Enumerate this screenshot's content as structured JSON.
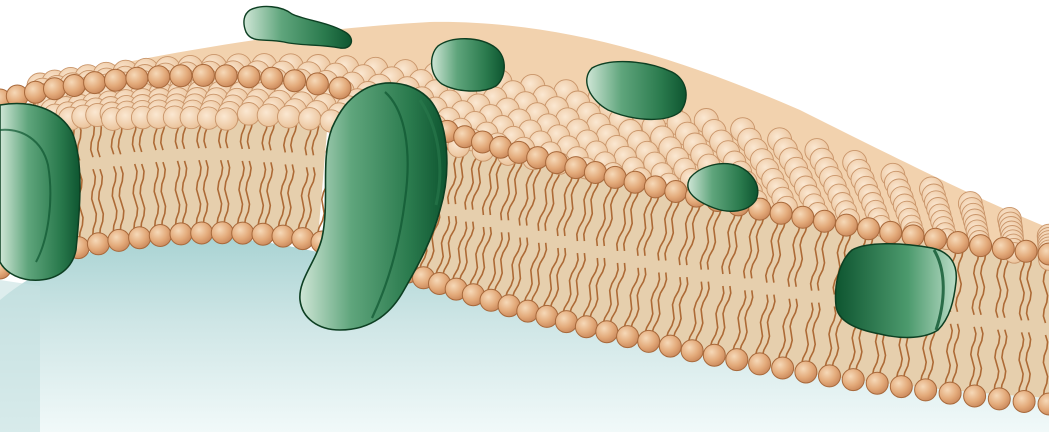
{
  "colors": {
    "background": "#ffffff",
    "cytoplasm_light": "#eef7f8",
    "cytoplasm_dark": "#a7d1d1",
    "head_fill": "#dea271",
    "head_fill_top": "#f3d3b0",
    "head_stroke": "#a8693b",
    "tail": "#ad6a36",
    "core": "#e7d2b2",
    "protein_light": "#cfe6d6",
    "protein_mid": "#4f9a70",
    "protein_dark": "#16613a",
    "protein_outline": "#0d3f22"
  },
  "proteins": [
    {
      "name": "integral-protein-left-edge",
      "type": "transmembrane"
    },
    {
      "name": "integral-protein-center",
      "type": "transmembrane"
    },
    {
      "name": "peripheral-protein-top",
      "type": "embedded"
    },
    {
      "name": "peripheral-protein-surface-1",
      "type": "embedded"
    },
    {
      "name": "peripheral-protein-surface-2",
      "type": "embedded"
    },
    {
      "name": "peripheral-protein-surface-3",
      "type": "embedded"
    },
    {
      "name": "integral-protein-right",
      "type": "transmembrane"
    }
  ]
}
